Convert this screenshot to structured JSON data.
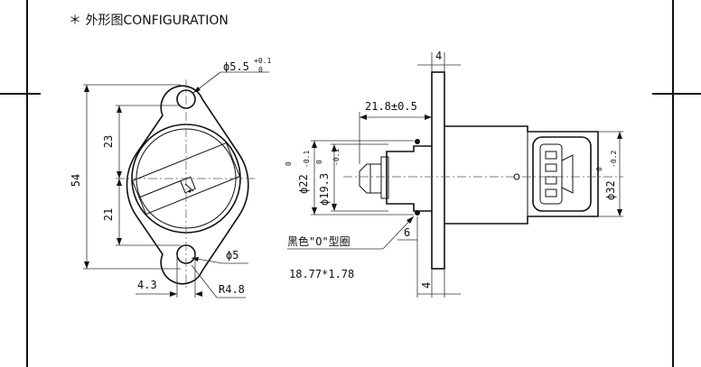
{
  "heading": "＊ 外形图CONFIGURATION",
  "front_view": {
    "hole_top_diameter": "ϕ5.5",
    "hole_top_tol_upper": "+0.1",
    "hole_top_tol_lower": "0",
    "height_total": "54",
    "upper_offset": "23",
    "lower_offset": "21",
    "hole_bottom_diameter": "ϕ5",
    "edge_offset": "4.3",
    "corner_radius": "R4.8"
  },
  "side_view": {
    "flange_thickness_top": "4",
    "protrusion_length": "21.8±0.5",
    "diameter_22": "ϕ22",
    "diameter_22_tol_upper": "0",
    "diameter_22_tol_lower": "-0.1",
    "diameter_19": "ϕ19.3",
    "diameter_19_tol_upper": "0",
    "diameter_19_tol_lower": "-0.1",
    "diameter_32": "ϕ32",
    "diameter_32_tol_upper": "0",
    "diameter_32_tol_lower": "-0.2",
    "oring_note": "黑色\"O\"型圈",
    "oring_size": "18.77*1.78",
    "groove_width": "6",
    "flange_thickness_bottom": "4"
  }
}
